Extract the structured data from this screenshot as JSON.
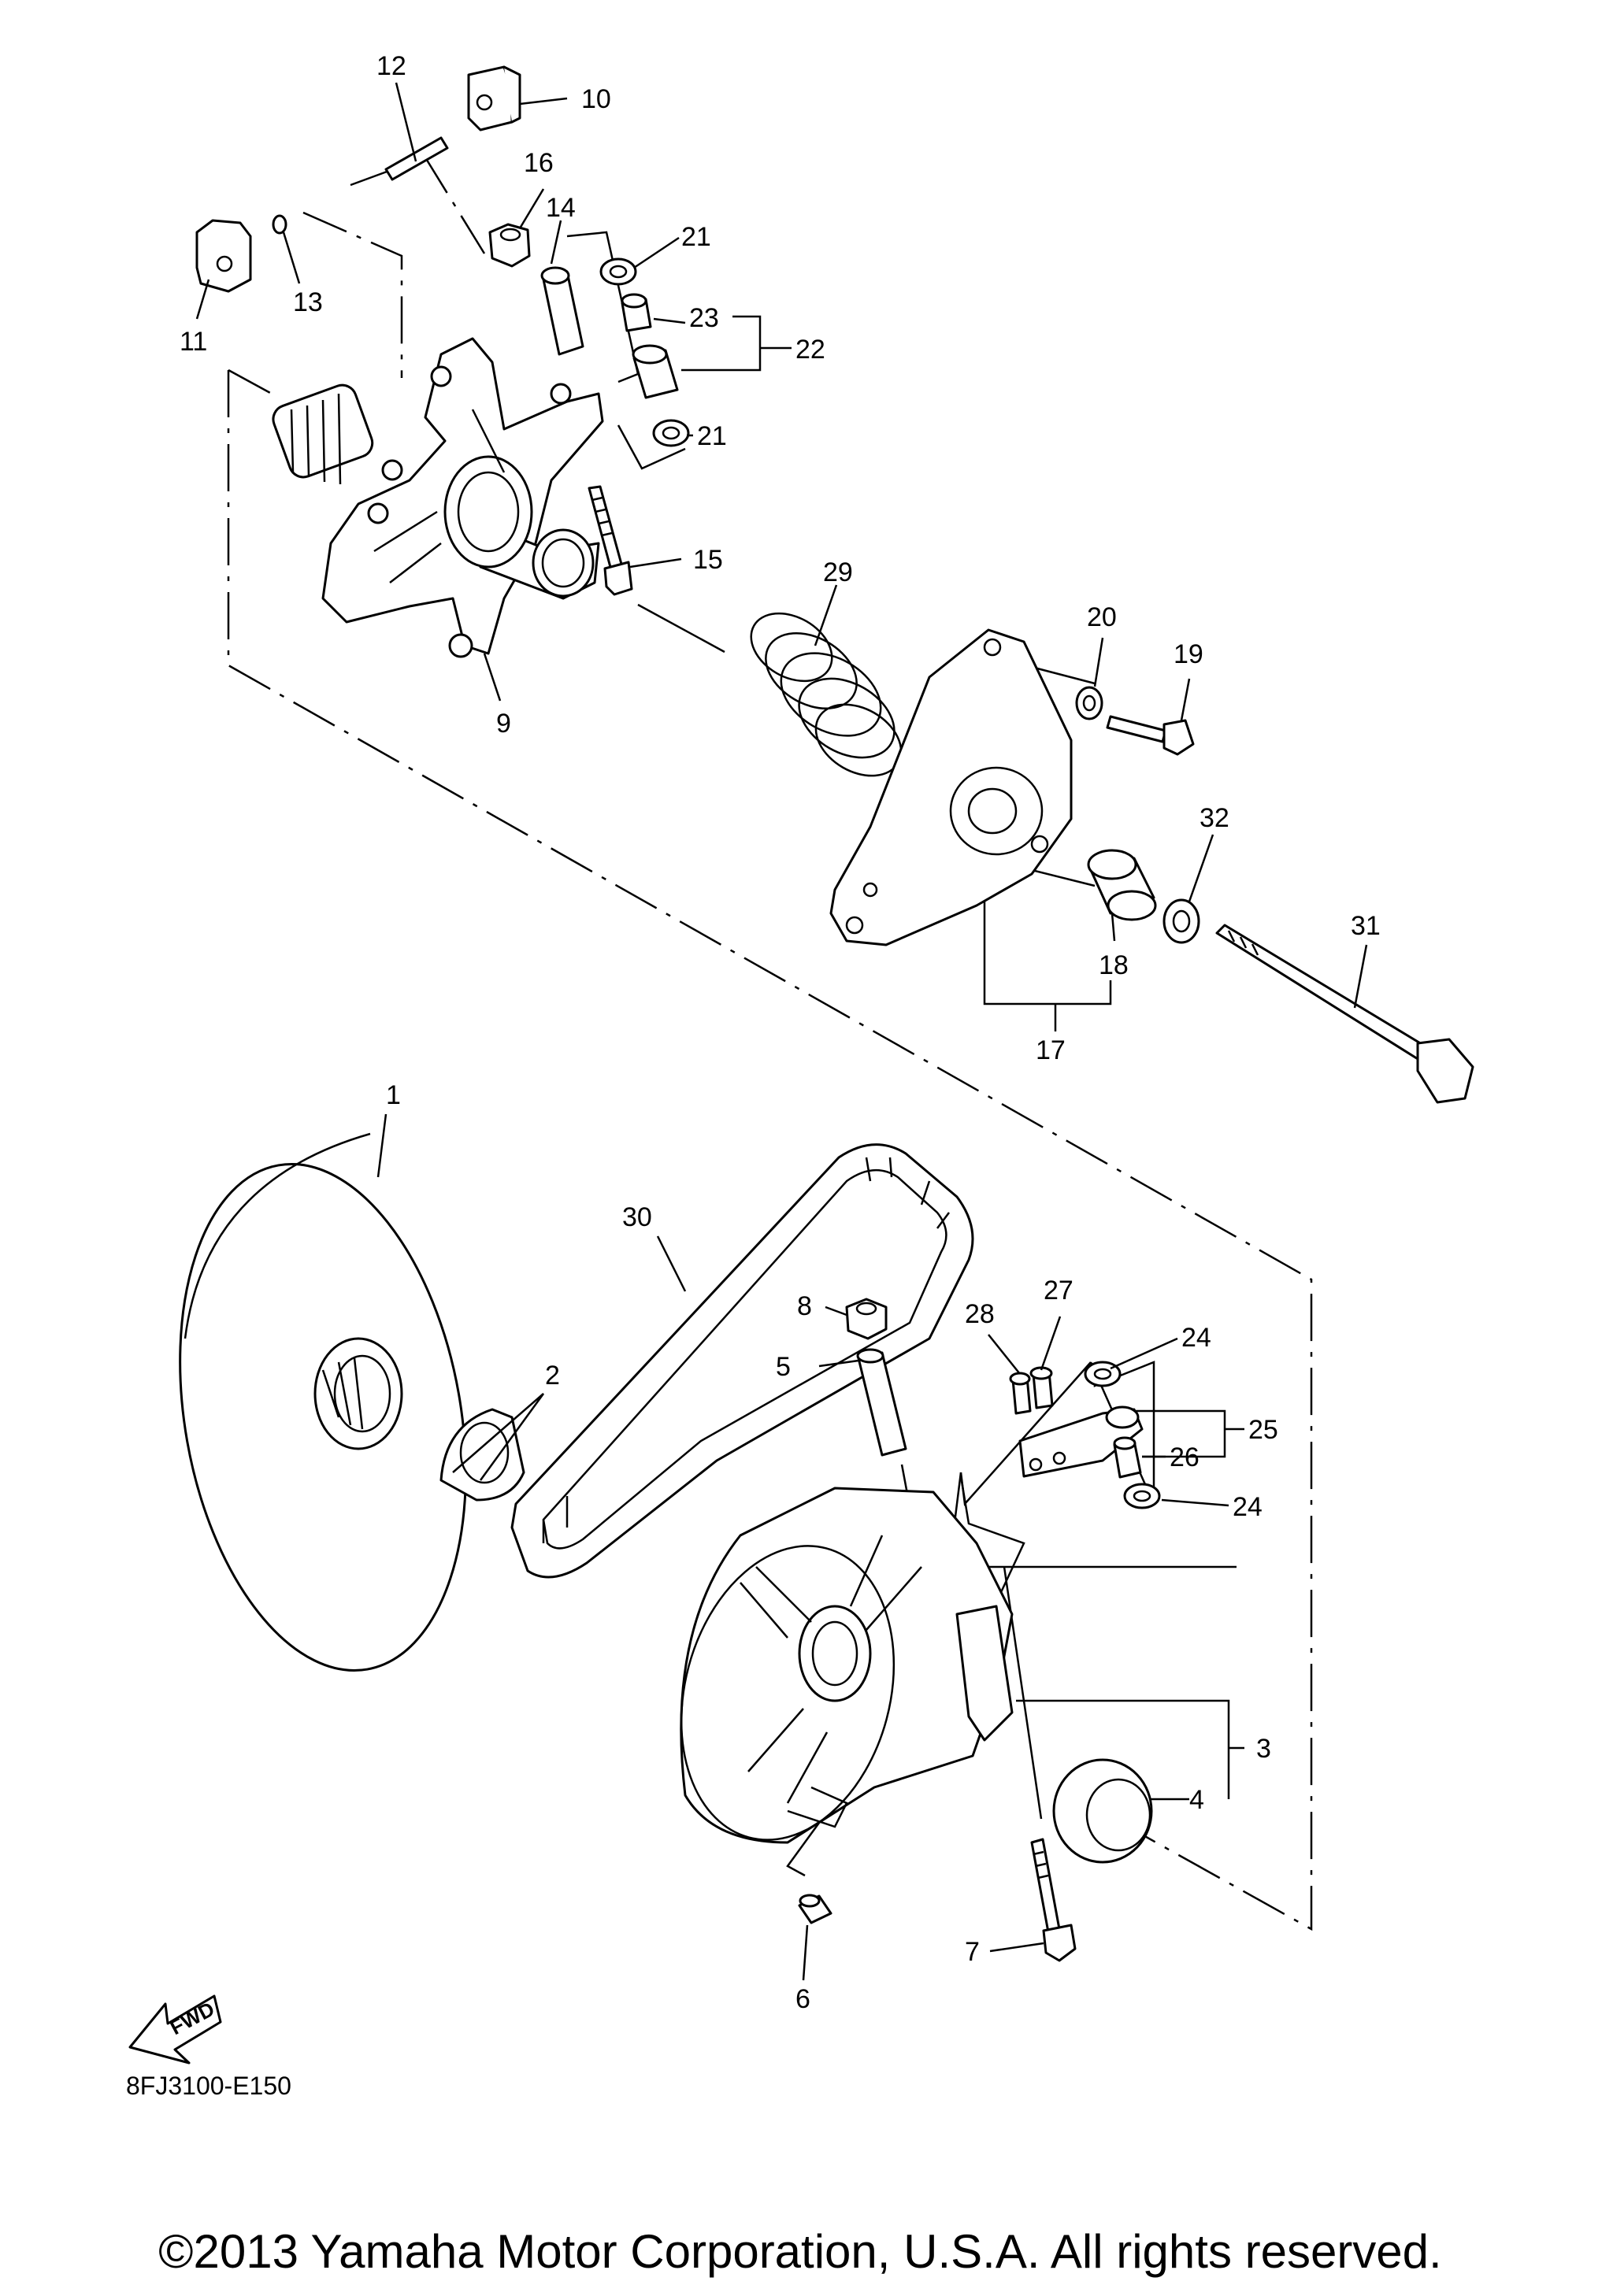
{
  "diagram": {
    "callouts": [
      "1",
      "2",
      "3",
      "4",
      "5",
      "6",
      "7",
      "8",
      "9",
      "10",
      "11",
      "12",
      "13",
      "14",
      "15",
      "16",
      "17",
      "18",
      "19",
      "20",
      "21",
      "21",
      "22",
      "23",
      "24",
      "24",
      "25",
      "26",
      "27",
      "28",
      "29",
      "30",
      "31",
      "32"
    ],
    "drawing_code": "8FJ3100-E150",
    "fwd_label": "FWD",
    "copyright": "©2013 Yamaha Motor Corporation, U.S.A. All rights reserved."
  }
}
